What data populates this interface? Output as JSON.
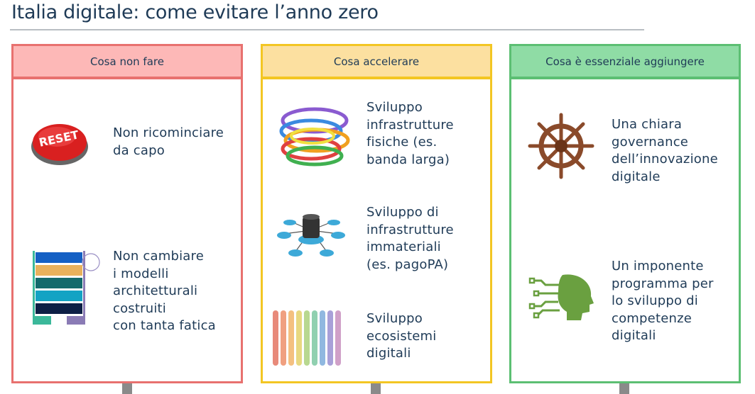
{
  "title": "Italia digitale: come evitare l’anno zero",
  "panels": [
    {
      "header": "Cosa non fare",
      "color": "#e8716f",
      "header_bg": "#fdb8b7",
      "items": [
        {
          "icon": "reset-button-icon",
          "icon_text": "RESET",
          "lines": [
            "Non ricominciare",
            "da capo"
          ]
        },
        {
          "icon": "architecture-diagram-icon",
          "lines": [
            "Non cambiare",
            "i modelli",
            "architetturali",
            "costruiti",
            "con tanta fatica"
          ]
        }
      ]
    },
    {
      "header": "Cosa accelerare",
      "color": "#f3c623",
      "header_bg": "#fce0a0",
      "items": [
        {
          "icon": "network-cables-icon",
          "lines": [
            "Sviluppo",
            "infrastrutture",
            "fisiche (es.",
            "banda larga)"
          ]
        },
        {
          "icon": "server-network-icon",
          "lines": [
            "Sviluppo di",
            "infrastrutture",
            "immateriali",
            "(es. pagoPA)"
          ]
        },
        {
          "icon": "ecosystem-bars-icon",
          "lines": [
            "Sviluppo",
            "ecosistemi",
            "digitali"
          ]
        }
      ]
    },
    {
      "header": "Cosa è essenziale aggiungere",
      "color": "#5cbf73",
      "header_bg": "#8fdca5",
      "items": [
        {
          "icon": "ship-wheel-icon",
          "lines": [
            "Una chiara",
            "governance",
            "dell’innovazione",
            "digitale"
          ]
        },
        {
          "icon": "digital-head-icon",
          "lines": [
            "Un imponente",
            "programma per",
            "lo sviluppo di",
            "competenze",
            "digitali"
          ]
        }
      ]
    }
  ]
}
